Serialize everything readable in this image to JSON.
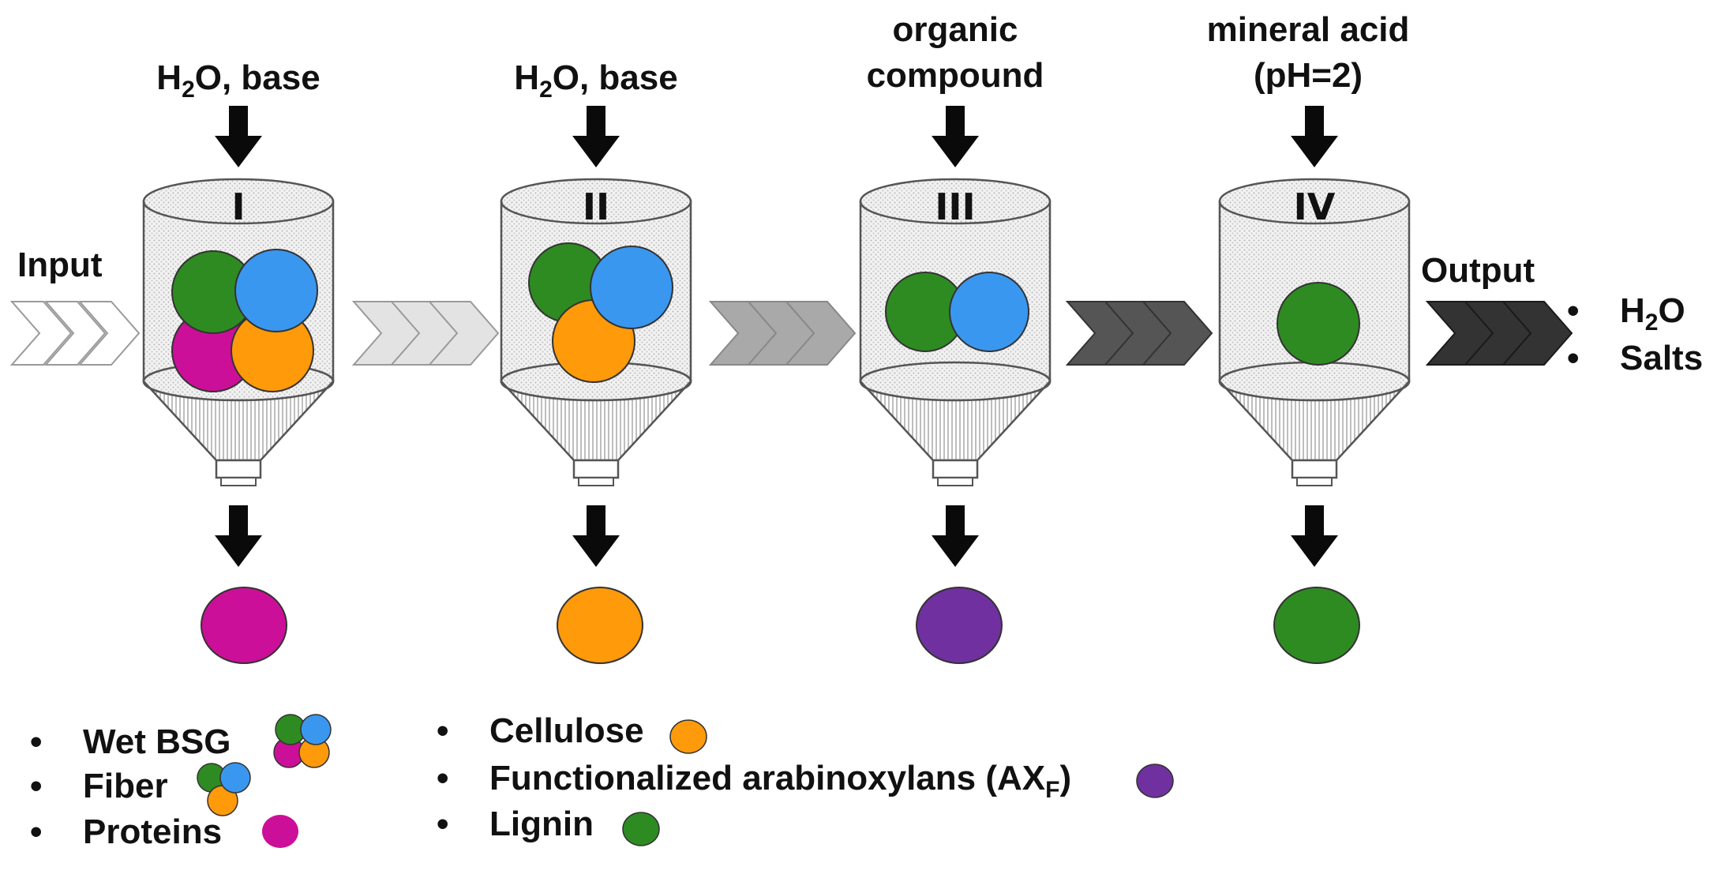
{
  "colors": {
    "wet_bsg_green": "#2e8b22",
    "fiber_blue": "#3a97f0",
    "protein_magenta": "#cc0f99",
    "cellulose_orange": "#ff9a0a",
    "arabinoxylan_purple": "#7030a0",
    "lignin_green": "#2e8b22"
  },
  "flow": {
    "input_label": "Input",
    "output_label": "Output",
    "output_items": [
      {
        "main": "H",
        "sub": "2",
        "rest": "O"
      },
      {
        "main": "Salts",
        "sub": "",
        "rest": ""
      }
    ]
  },
  "stages": [
    {
      "numeral": "I",
      "reagent_lines": [
        {
          "main": "H",
          "sub": "2",
          "rest": "O, base"
        }
      ],
      "product": "Proteins"
    },
    {
      "numeral": "II",
      "reagent_lines": [
        {
          "main": "H",
          "sub": "2",
          "rest": "O, base"
        }
      ],
      "product": "Cellulose"
    },
    {
      "numeral": "III",
      "reagent_lines": [
        {
          "main": "organic",
          "sub": "",
          "rest": ""
        },
        {
          "main": "compound",
          "sub": "",
          "rest": ""
        }
      ],
      "product": "Functionalized arabinoxylans"
    },
    {
      "numeral": "IV",
      "reagent_lines": [
        {
          "main": "mineral acid",
          "sub": "",
          "rest": ""
        },
        {
          "main": "(pH=2)",
          "sub": "",
          "rest": ""
        }
      ],
      "product": "Lignin"
    }
  ],
  "legend": {
    "left": [
      {
        "label": "Wet BSG",
        "icon": "wet-bsg-cluster-icon"
      },
      {
        "label": "Fiber",
        "icon": "fiber-cluster-icon"
      },
      {
        "label": "Proteins",
        "icon": "protein-dot-icon"
      }
    ],
    "right": [
      {
        "label": "Cellulose",
        "sub": "",
        "suffix": "",
        "icon": "cellulose-dot-icon"
      },
      {
        "label": "Functionalized arabinoxylans (AX",
        "sub": "F",
        "suffix": ")",
        "icon": "arabinoxylan-dot-icon"
      },
      {
        "label": "Lignin",
        "sub": "",
        "suffix": "",
        "icon": "lignin-dot-icon"
      }
    ]
  }
}
